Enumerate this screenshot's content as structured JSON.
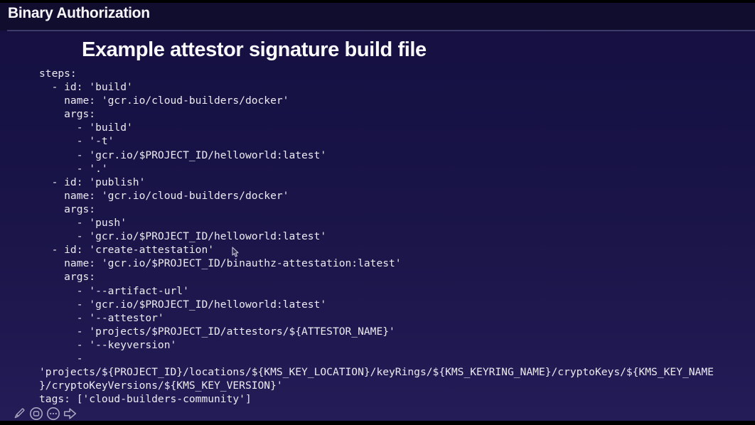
{
  "header": {
    "title": "Binary Authorization"
  },
  "slide": {
    "title": "Example attestor signature build file"
  },
  "code": {
    "language": "yaml",
    "lines": [
      "steps:",
      "  - id: 'build'",
      "    name: 'gcr.io/cloud-builders/docker'",
      "    args:",
      "      - 'build'",
      "      - '-t'",
      "      - 'gcr.io/$PROJECT_ID/helloworld:latest'",
      "      - '.'",
      "  - id: 'publish'",
      "    name: 'gcr.io/cloud-builders/docker'",
      "    args:",
      "      - 'push'",
      "      - 'gcr.io/$PROJECT_ID/helloworld:latest'",
      "  - id: 'create-attestation'",
      "    name: 'gcr.io/$PROJECT_ID/binauthz-attestation:latest'",
      "    args:",
      "      - '--artifact-url'",
      "      - 'gcr.io/$PROJECT_ID/helloworld:latest'",
      "      - '--attestor'",
      "      - 'projects/$PROJECT_ID/attestors/${ATTESTOR_NAME}'",
      "      - '--keyversion'",
      "      -",
      "'projects/${PROJECT_ID}/locations/${KMS_KEY_LOCATION}/keyRings/${KMS_KEYRING_NAME}/cryptoKeys/${KMS_KEY_NAME",
      "}/cryptoKeyVersions/${KMS_KEY_VERSION}'",
      "tags: ['cloud-builders-community']"
    ]
  },
  "toolbar": {
    "icons": [
      "partial-frame-icon",
      "pen-icon",
      "shape-tool-icon",
      "more-options-icon",
      "next-arrow-icon"
    ]
  },
  "cursor": {
    "visible": true
  },
  "colors": {
    "background_top": "#151040",
    "background_bottom": "#241c57",
    "header_band": "#110d2e",
    "divider": "#3d3b6b",
    "text": "#ecebf2",
    "letterbox": "#000000",
    "toolbar_icon": "#b8b6ce"
  }
}
